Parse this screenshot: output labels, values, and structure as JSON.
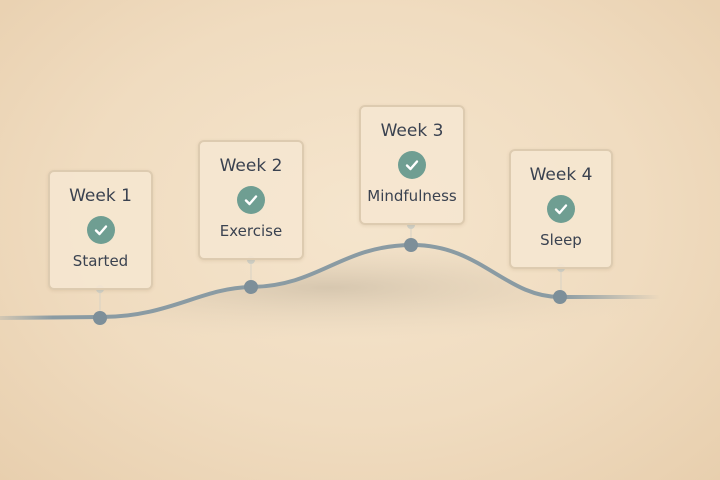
{
  "milestones": [
    {
      "week": "Week 1",
      "label": "Started",
      "status": "done"
    },
    {
      "week": "Week 2",
      "label": "Exercise",
      "status": "done"
    },
    {
      "week": "Week 3",
      "label": "Mindfulness",
      "status": "done"
    },
    {
      "week": "Week 4",
      "label": "Sleep",
      "status": "done"
    }
  ],
  "icons": {
    "status": "check-circle-icon"
  },
  "colors": {
    "check": "#6f9e92",
    "line": "#8a9ba3",
    "node": "#7d8f99",
    "background": "#f2e0c6"
  }
}
